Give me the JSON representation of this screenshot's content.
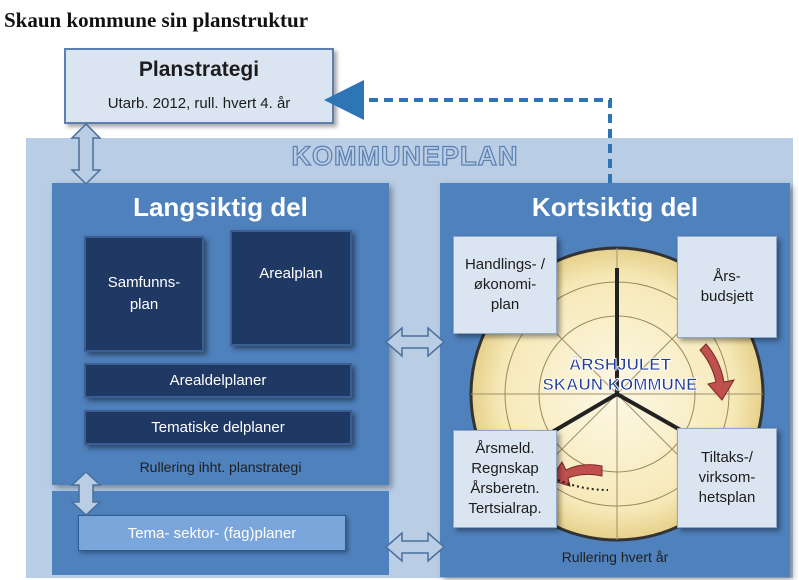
{
  "page_title": "Skaun kommune sin planstruktur",
  "planstrategi": {
    "title": "Planstrategi",
    "subtitle": "Utarb. 2012, rull. hvert 4. år"
  },
  "kommuneplan": {
    "title": "KOMMUNEPLAN"
  },
  "langsiktig": {
    "title": "Langsiktig del",
    "samfunnsplan": "Samfunns-\nplan",
    "arealplan": "Arealplan",
    "arealdelplaner": "Arealdelplaner",
    "tematiske_delplaner": "Tematiske delplaner",
    "rullering": "Rullering ihht. planstrategi"
  },
  "tema_sektor": "Tema- sektor- (fag)planer",
  "kortsiktig": {
    "title": "Kortsiktig  del",
    "handlings": "Handlings- /\nøkonomi-\nplan",
    "aarsbudsjett": "Års-\nbudsjett",
    "aarsmeld": "Årsmeld.\nRegnskap\nÅrsberetn.\nTertsialrap.",
    "tiltaks": "Tiltaks-/\nvirksom-\nhetsplan",
    "aarshjul_line1": "ÅRSHJULET",
    "aarshjul_line2": "SKAUN KOMMUNE",
    "rullering": "Rullering hvert år"
  },
  "colors": {
    "panel_blue": "#4f81bd",
    "background_blue": "#b9cde5",
    "dark_box": "#1f3864",
    "light_box": "#dbe5f1",
    "wheel_yellow": "#f7ecc2",
    "wheel_red": "#c0504d",
    "dashed_arrow": "#2e75b6"
  }
}
